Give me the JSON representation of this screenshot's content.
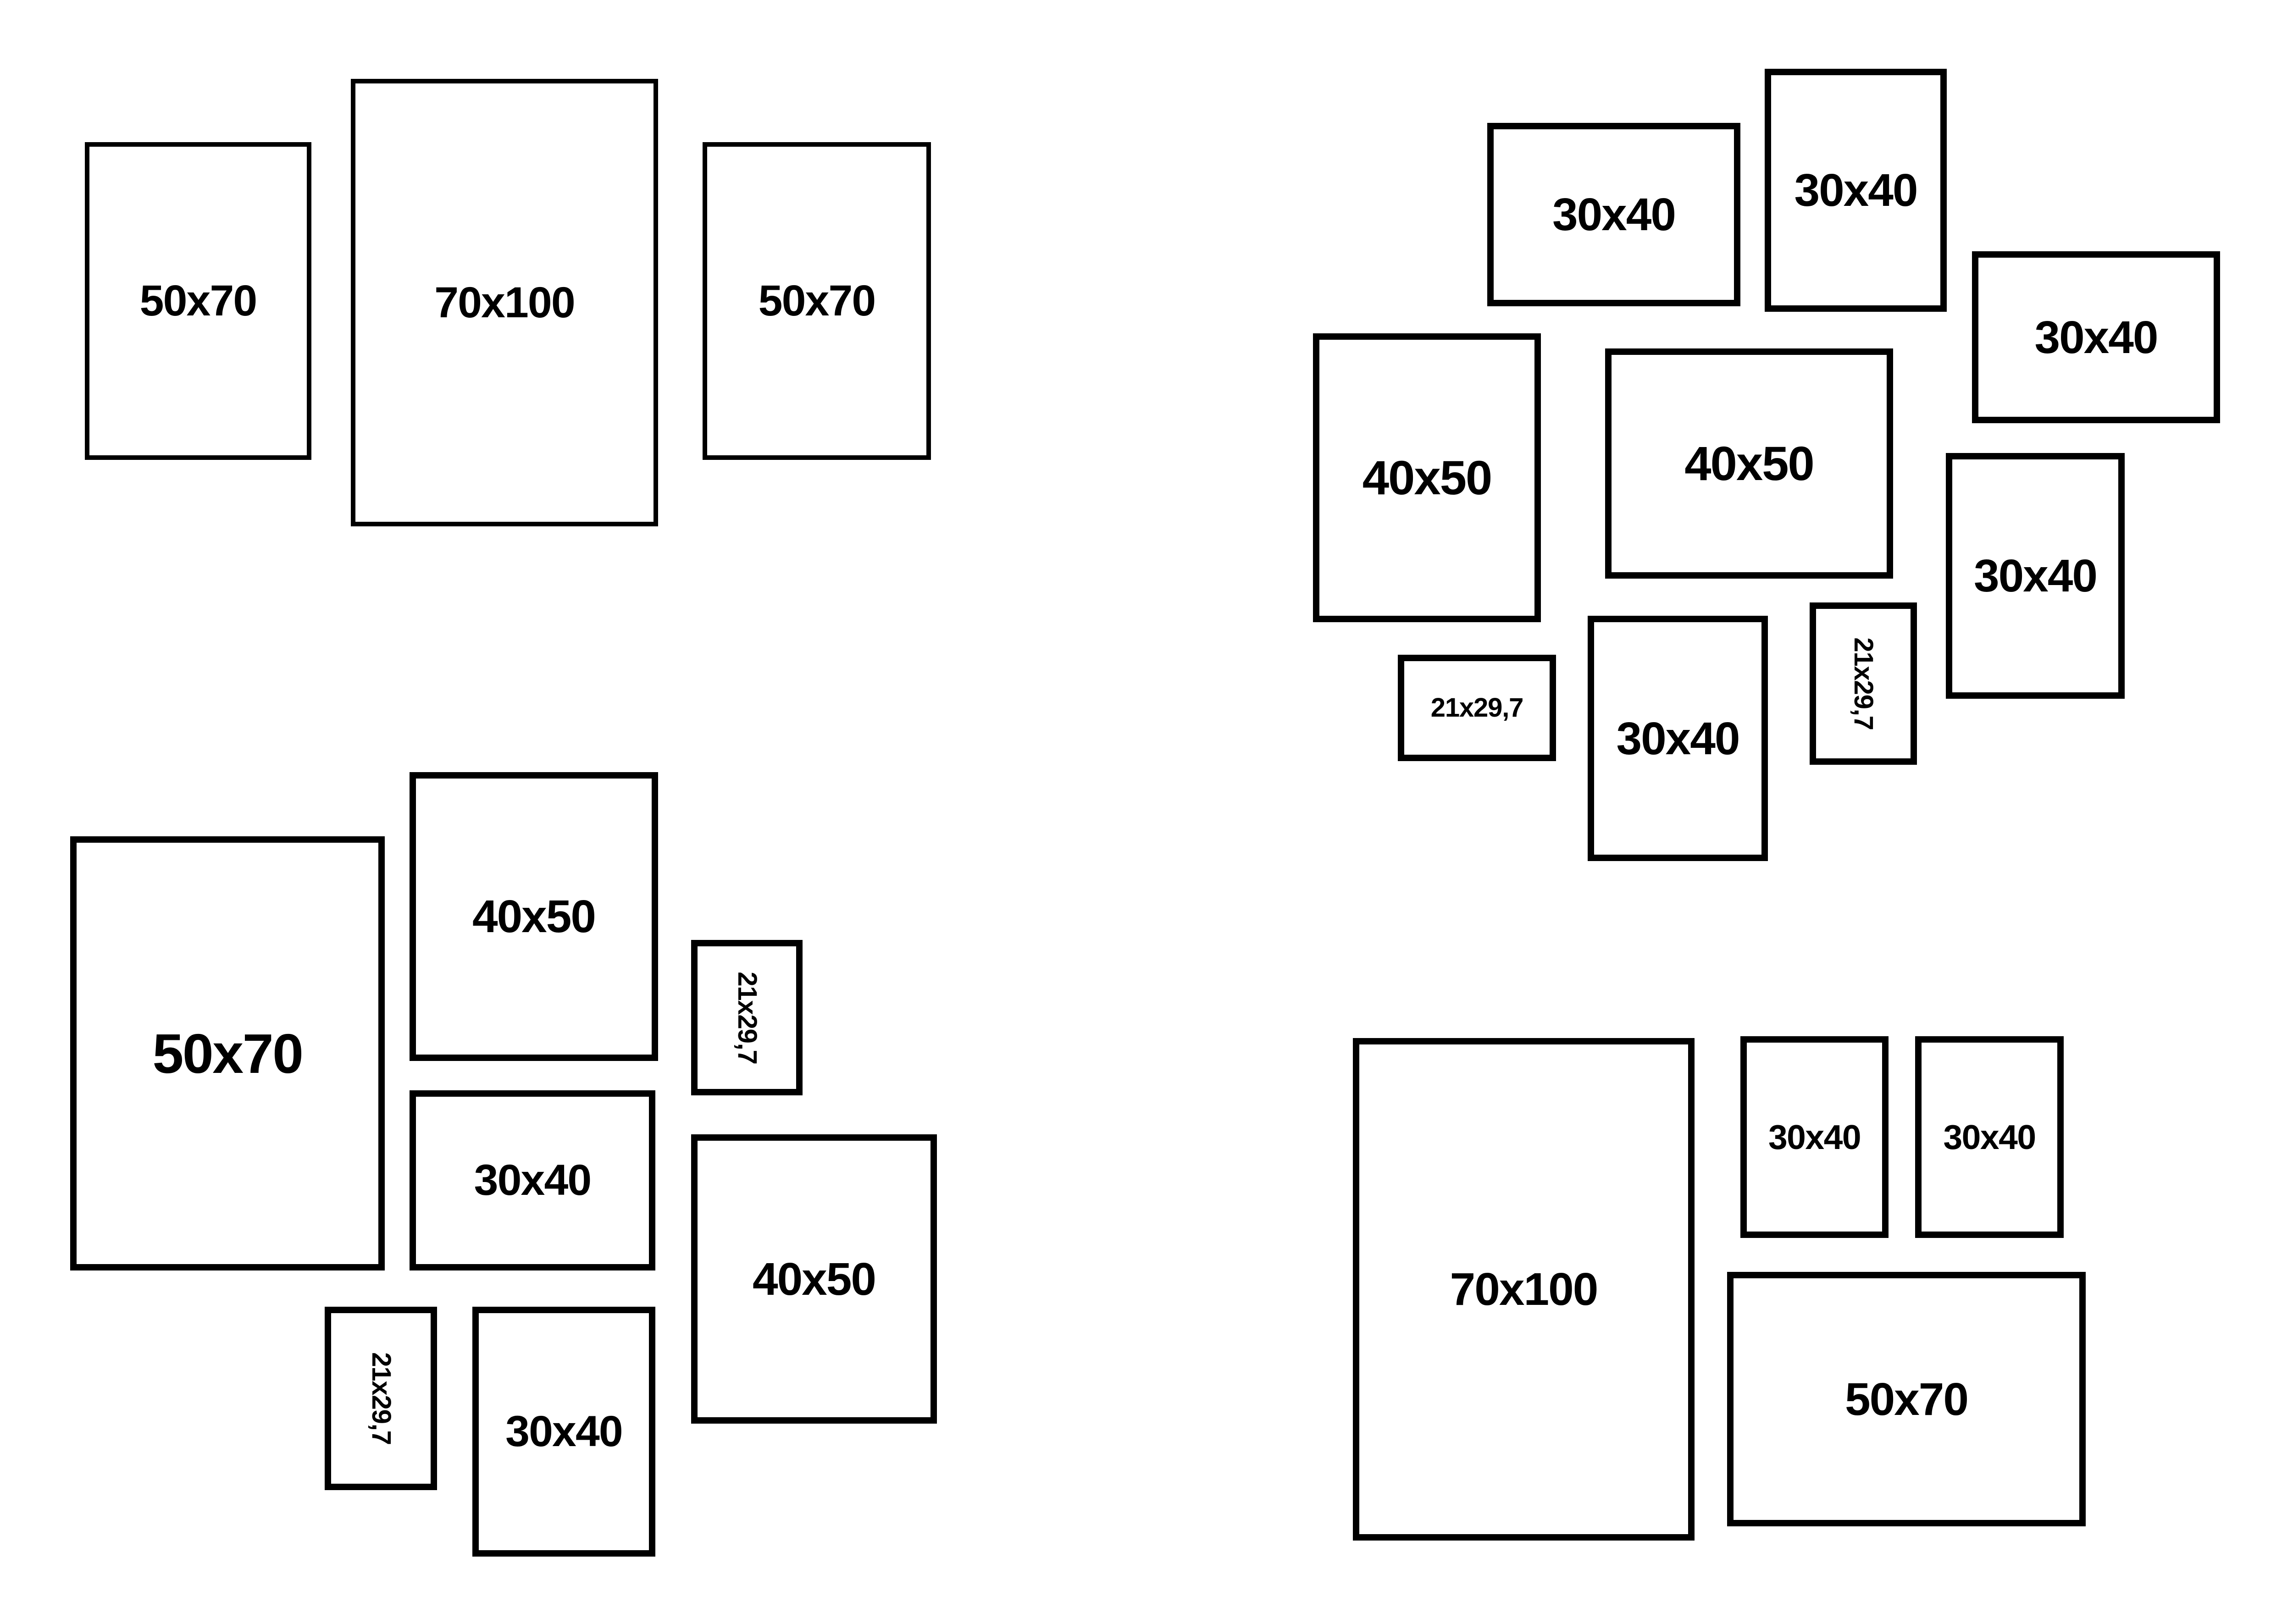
{
  "canvas": {
    "background": "#ffffff",
    "line_color": "#000000",
    "text_color": "#000000"
  },
  "layouts": [
    {
      "name": "three-frame-row",
      "frames": [
        {
          "label": "50x70",
          "orientation": "portrait",
          "label_rotated": false
        },
        {
          "label": "70x100",
          "orientation": "portrait",
          "label_rotated": false
        },
        {
          "label": "50x70",
          "orientation": "portrait",
          "label_rotated": false
        }
      ]
    },
    {
      "name": "nine-frame-collage",
      "frames": [
        {
          "label": "30x40",
          "orientation": "landscape",
          "label_rotated": false
        },
        {
          "label": "30x40",
          "orientation": "portrait",
          "label_rotated": false
        },
        {
          "label": "30x40",
          "orientation": "landscape",
          "label_rotated": false
        },
        {
          "label": "40x50",
          "orientation": "portrait",
          "label_rotated": false
        },
        {
          "label": "40x50",
          "orientation": "landscape",
          "label_rotated": false
        },
        {
          "label": "30x40",
          "orientation": "portrait",
          "label_rotated": false
        },
        {
          "label": "21x29,7",
          "orientation": "landscape",
          "label_rotated": false
        },
        {
          "label": "30x40",
          "orientation": "portrait",
          "label_rotated": false
        },
        {
          "label": "21x29,7",
          "orientation": "portrait",
          "label_rotated": true
        }
      ]
    },
    {
      "name": "seven-frame-collage",
      "frames": [
        {
          "label": "50x70",
          "orientation": "portrait",
          "label_rotated": false
        },
        {
          "label": "40x50",
          "orientation": "portrait",
          "label_rotated": false
        },
        {
          "label": "21x29,7",
          "orientation": "portrait",
          "label_rotated": true
        },
        {
          "label": "30x40",
          "orientation": "landscape",
          "label_rotated": false
        },
        {
          "label": "40x50",
          "orientation": "portrait",
          "label_rotated": false
        },
        {
          "label": "21x29,7",
          "orientation": "portrait",
          "label_rotated": true
        },
        {
          "label": "30x40",
          "orientation": "portrait",
          "label_rotated": false
        }
      ]
    },
    {
      "name": "four-frame-grid",
      "frames": [
        {
          "label": "70x100",
          "orientation": "portrait",
          "label_rotated": false
        },
        {
          "label": "30x40",
          "orientation": "portrait",
          "label_rotated": false
        },
        {
          "label": "30x40",
          "orientation": "portrait",
          "label_rotated": false
        },
        {
          "label": "50x70",
          "orientation": "landscape",
          "label_rotated": false
        }
      ]
    }
  ]
}
